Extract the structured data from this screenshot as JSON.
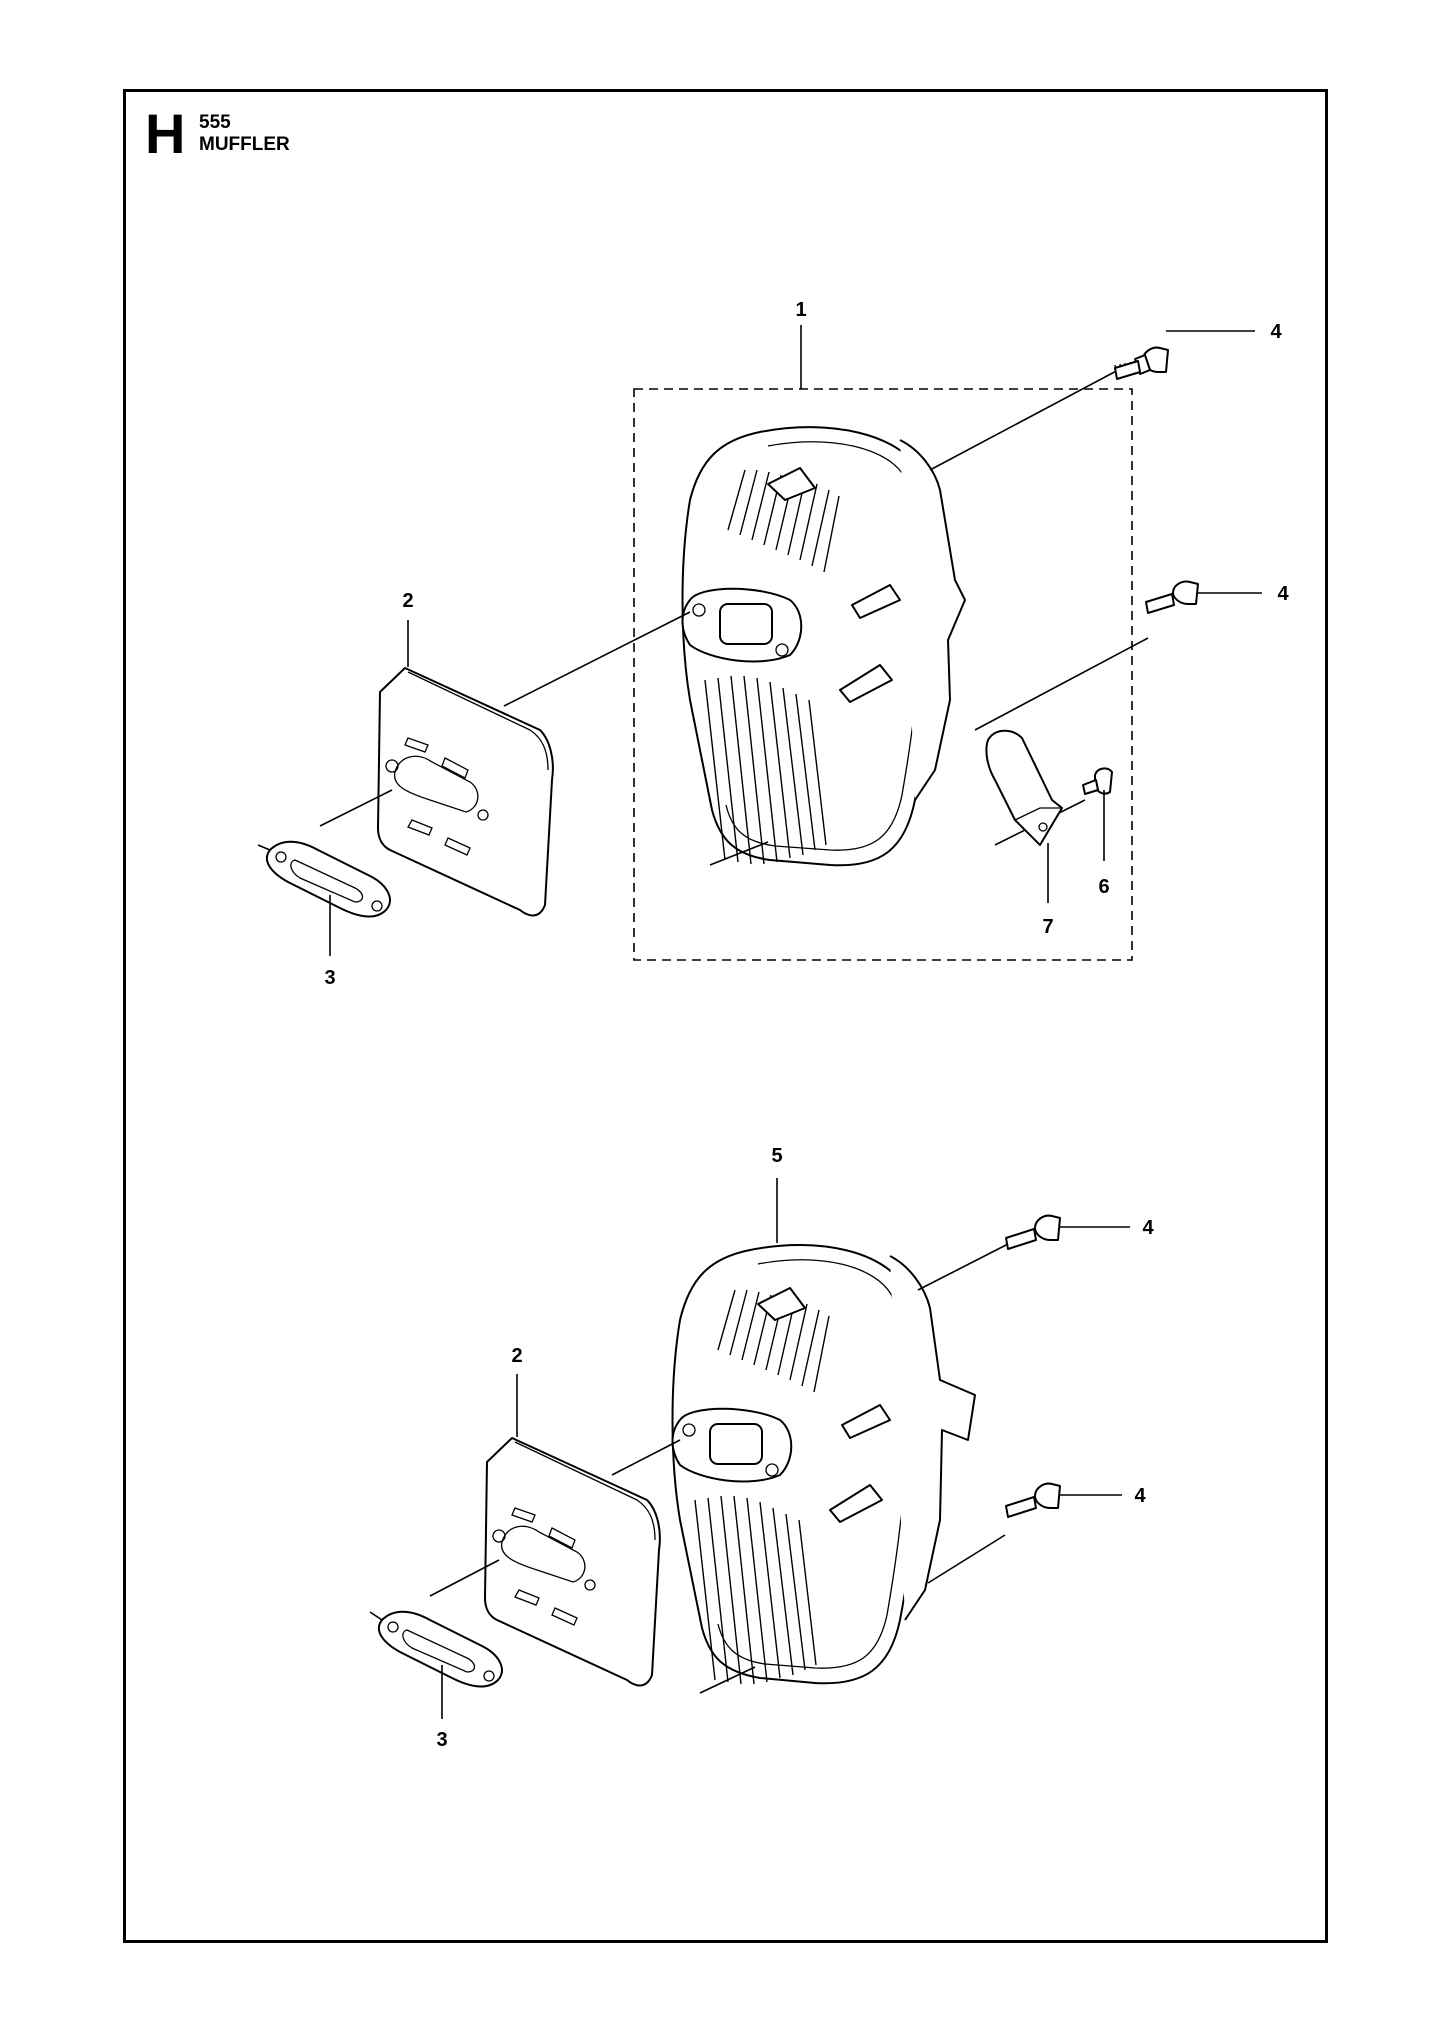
{
  "header": {
    "section_letter": "H",
    "model": "555",
    "title": "MUFFLER"
  },
  "callouts": {
    "top": {
      "assembly": "1",
      "heat_shield": "2",
      "gasket": "3",
      "screw_upper": "4",
      "screw_middle": "4",
      "screw_small": "6",
      "deflector": "7"
    },
    "bottom": {
      "muffler": "5",
      "heat_shield": "2",
      "gasket": "3",
      "screw_upper": "4",
      "screw_lower": "4"
    }
  }
}
